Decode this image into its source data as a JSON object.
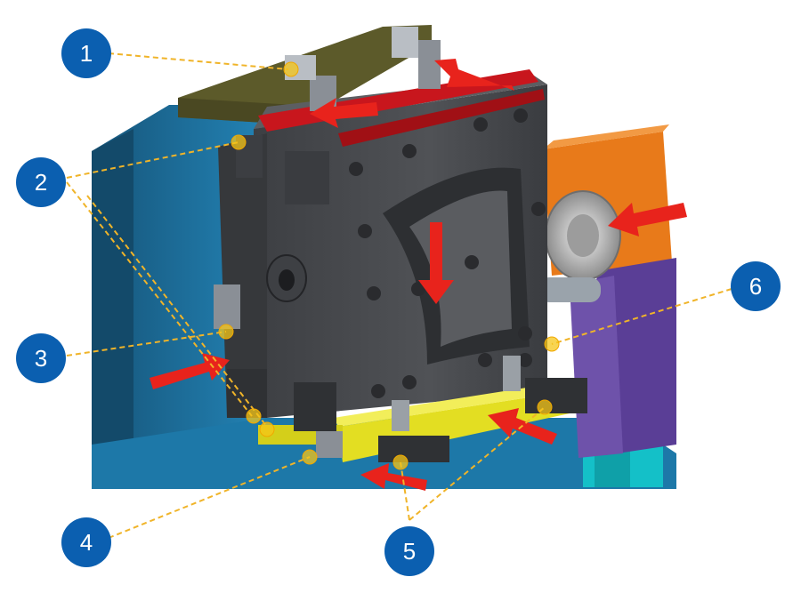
{
  "colors": {
    "callout_fill": "#0b5fb0",
    "leader_line": "#f0b429",
    "highlight_dot": "#f5c518",
    "arrow": "#e8231c",
    "fixture_body": "#46484c",
    "base_blue": "#1f6f9a",
    "top_olive": "#5c5a2a",
    "rail_red": "#c8161d",
    "rail_yellow": "#e3de22",
    "drive_orange": "#e87a1a",
    "motor_purple": "#5a3e96",
    "base_cyan": "#14c0c8"
  },
  "callouts": [
    {
      "id": "1",
      "label": "1"
    },
    {
      "id": "2",
      "label": "2"
    },
    {
      "id": "3",
      "label": "3"
    },
    {
      "id": "4",
      "label": "4"
    },
    {
      "id": "5",
      "label": "5"
    },
    {
      "id": "6",
      "label": "6"
    }
  ],
  "icons": [
    "red-arrow-icon",
    "highlight-dot-icon"
  ]
}
